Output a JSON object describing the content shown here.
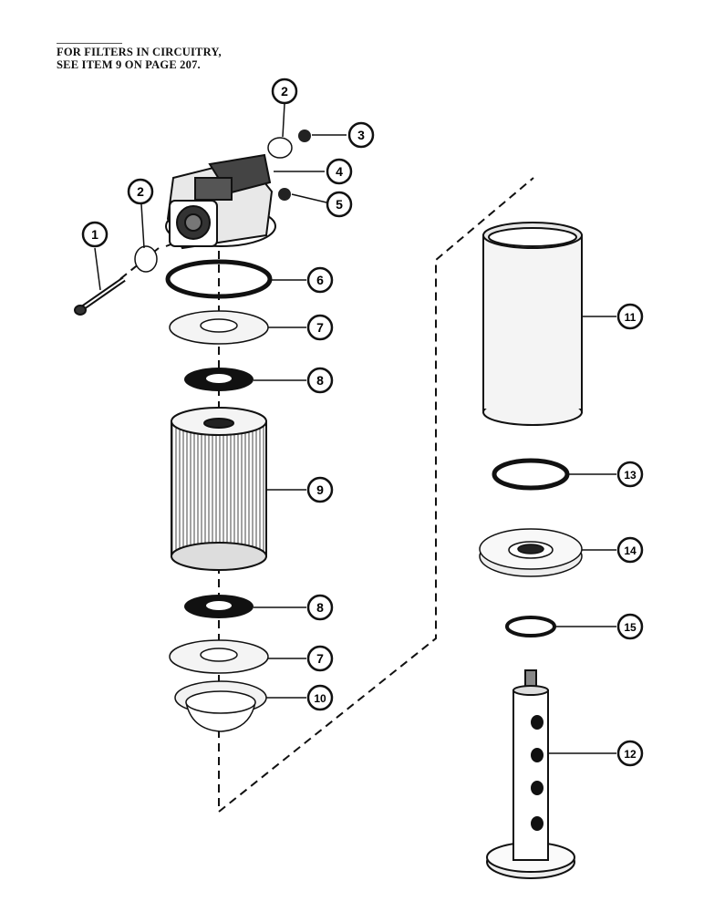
{
  "note": {
    "line1": "FOR FILTERS IN CIRCUITRY,",
    "line2": "SEE ITEM 9 ON PAGE 207."
  },
  "callouts": [
    "1",
    "2",
    "2",
    "3",
    "4",
    "5",
    "6",
    "7",
    "8",
    "9",
    "8",
    "7",
    "10",
    "11",
    "13",
    "14",
    "15",
    "12"
  ],
  "parts": [
    "bolt",
    "plug",
    "fitting",
    "filter-head",
    "fitting",
    "o-ring",
    "washer",
    "seal",
    "filter-element",
    "container",
    "canister",
    "seal-ring",
    "adapter-plate",
    "small-ring",
    "center-tube"
  ]
}
